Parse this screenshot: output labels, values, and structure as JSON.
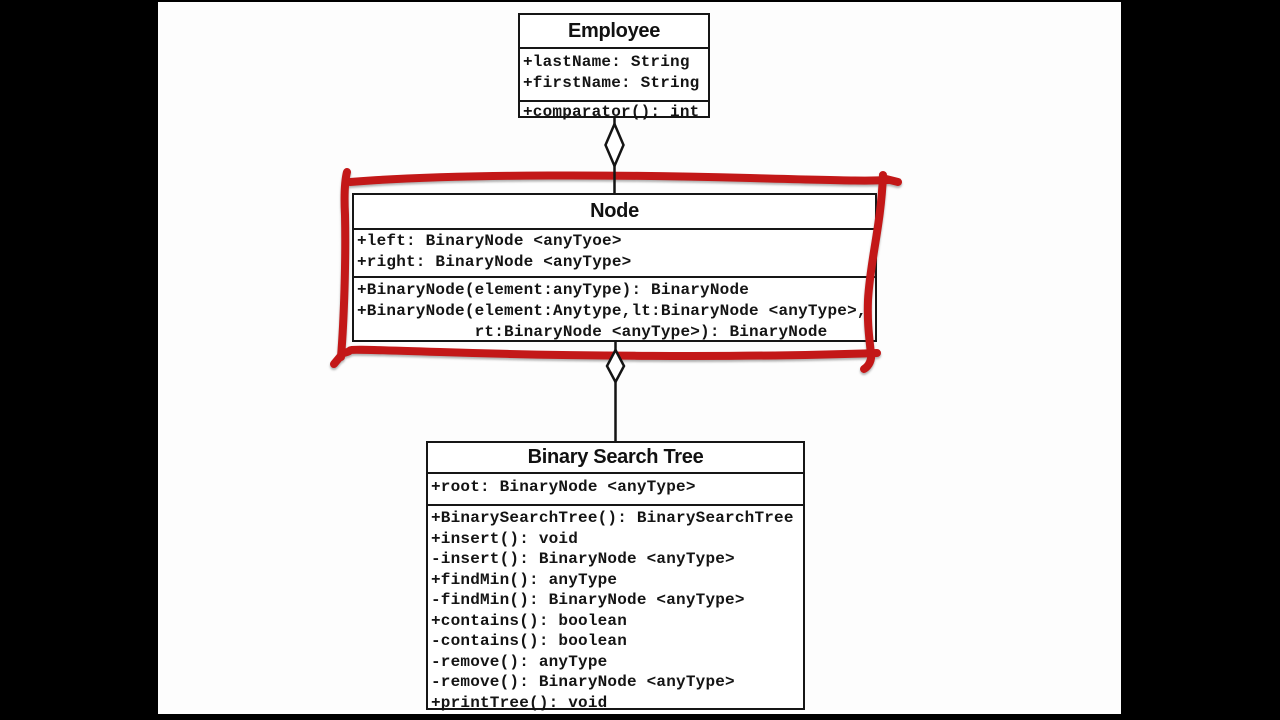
{
  "diagram": {
    "kind": "uml-class-diagram",
    "colors": {
      "marker_red": "#c31818",
      "box_border": "#161616",
      "background": "#fdfdfd",
      "letterbox": "#000000"
    },
    "classes": [
      {
        "id": "employee",
        "title": "Employee",
        "attributes": [
          "+lastName: String",
          "+firstName: String"
        ],
        "methods": [
          "+comparator(): int"
        ]
      },
      {
        "id": "node",
        "title": "Node",
        "attributes": [
          "+left: BinaryNode <anyTyoe>",
          "+right: BinaryNode <anyType>"
        ],
        "methods": [
          "+BinaryNode(element:anyType): BinaryNode",
          "+BinaryNode(element:Anytype,lt:BinaryNode <anyType>,",
          "            rt:BinaryNode <anyType>): BinaryNode"
        ]
      },
      {
        "id": "bst",
        "title": "Binary Search Tree",
        "attributes": [
          "+root: BinaryNode <anyType>"
        ],
        "methods": [
          "+BinarySearchTree(): BinarySearchTree",
          "+insert(): void",
          "-insert(): BinaryNode <anyType>",
          "+findMin(): anyType",
          "-findMin(): BinaryNode <anyType>",
          "+contains(): boolean",
          "-contains(): boolean",
          "-remove(): anyType",
          "-remove(): BinaryNode <anyType>",
          "+printTree(): void"
        ]
      }
    ],
    "connectors": [
      {
        "from": "Employee",
        "to": "Node",
        "type": "aggregation (hollow diamond at Employee end)"
      },
      {
        "from": "Node",
        "to": "Binary Search Tree",
        "type": "aggregation (hollow diamond at Node end)"
      }
    ],
    "annotation": {
      "type": "hand-drawn red marker rectangle",
      "around": "Node"
    }
  }
}
